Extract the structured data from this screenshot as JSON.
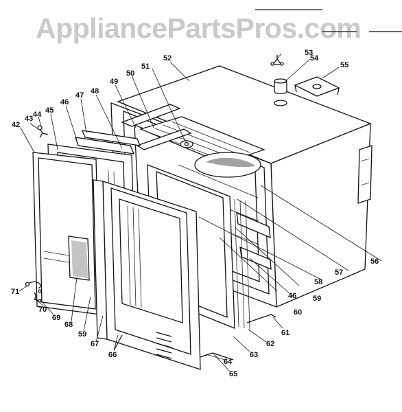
{
  "watermark": {
    "text": "AppliancePartsPros.com"
  },
  "callouts": [
    {
      "id": "c42",
      "label": "42"
    },
    {
      "id": "c43",
      "label": "43"
    },
    {
      "id": "c44",
      "label": "44"
    },
    {
      "id": "c45",
      "label": "45"
    },
    {
      "id": "c46a",
      "label": "46"
    },
    {
      "id": "c47",
      "label": "47"
    },
    {
      "id": "c48",
      "label": "48"
    },
    {
      "id": "c49",
      "label": "49"
    },
    {
      "id": "c50",
      "label": "50"
    },
    {
      "id": "c51",
      "label": "51"
    },
    {
      "id": "c52",
      "label": "52"
    },
    {
      "id": "c53",
      "label": "53"
    },
    {
      "id": "c54",
      "label": "54"
    },
    {
      "id": "c55",
      "label": "55"
    },
    {
      "id": "c56",
      "label": "56"
    },
    {
      "id": "c57",
      "label": "57"
    },
    {
      "id": "c58",
      "label": "58"
    },
    {
      "id": "c59a",
      "label": "59"
    },
    {
      "id": "c46b",
      "label": "46"
    },
    {
      "id": "c60",
      "label": "60"
    },
    {
      "id": "c61",
      "label": "61"
    },
    {
      "id": "c62",
      "label": "62"
    },
    {
      "id": "c63",
      "label": "63"
    },
    {
      "id": "c64",
      "label": "64"
    },
    {
      "id": "c65",
      "label": "65"
    },
    {
      "id": "c66",
      "label": "66"
    },
    {
      "id": "c67",
      "label": "67"
    },
    {
      "id": "c59b",
      "label": "59"
    },
    {
      "id": "c68",
      "label": "68"
    },
    {
      "id": "c69",
      "label": "69"
    },
    {
      "id": "c70",
      "label": "70"
    },
    {
      "id": "c71",
      "label": "71"
    }
  ]
}
